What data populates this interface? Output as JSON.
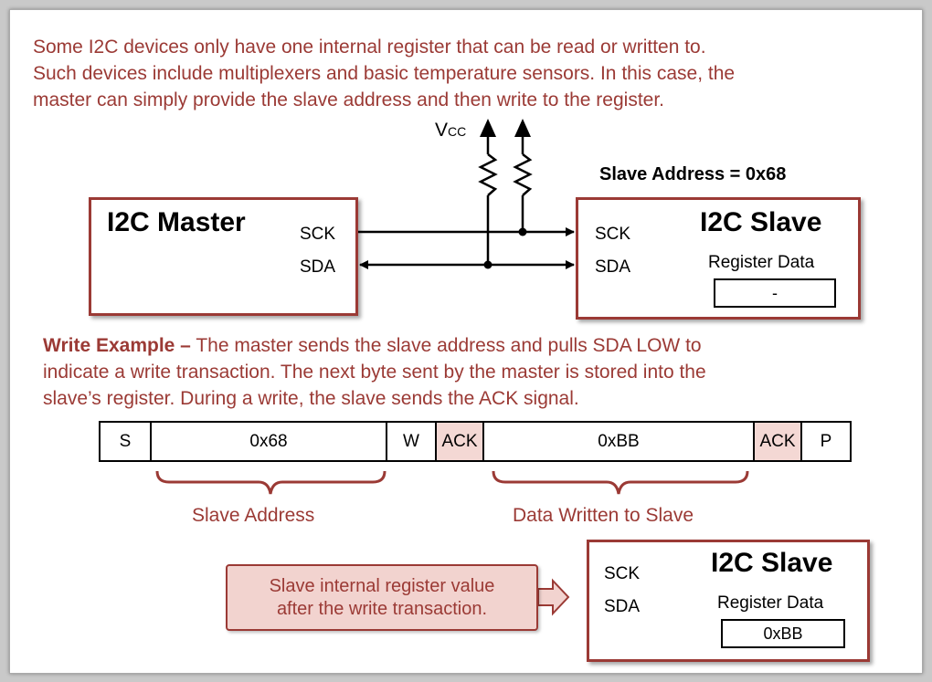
{
  "intro": {
    "line1": "Some I2C devices only have one internal register that can be read or written to.",
    "line2": "Such devices include multiplexers and basic temperature sensors.  In this case, the",
    "line3": "master can simply provide the slave address and then write to the register."
  },
  "vcc": {
    "letter": "V",
    "sub": "CC"
  },
  "slave_address_label": "Slave Address = 0x68",
  "master": {
    "title": "I2C Master",
    "sck": "SCK",
    "sda": "SDA"
  },
  "slave": {
    "title": "I2C Slave",
    "sck": "SCK",
    "sda": "SDA",
    "register_label": "Register Data",
    "register_value": "-"
  },
  "write_example": {
    "heading": "Write Example –",
    "line1_rest": " The master sends the slave address and pulls SDA LOW to",
    "line2": "indicate a write transaction.  The next byte sent by the master is stored into the",
    "line3": "slave’s register.  During a write, the slave sends the ACK signal."
  },
  "packet": [
    "S",
    "0x68",
    "W",
    "ACK",
    "0xBB",
    "ACK",
    "P"
  ],
  "brace_labels": {
    "address": "Slave Address",
    "data": "Data Written to Slave"
  },
  "callout": {
    "line1": "Slave internal register value",
    "line2": "after the write transaction."
  },
  "slave_after": {
    "title": "I2C Slave",
    "sck": "SCK",
    "sda": "SDA",
    "register_label": "Register Data",
    "register_value": "0xBB"
  },
  "colors": {
    "accent": "#9b3a35",
    "ack_fill": "#f4d8d4",
    "callout_fill": "#f2d3cf"
  }
}
